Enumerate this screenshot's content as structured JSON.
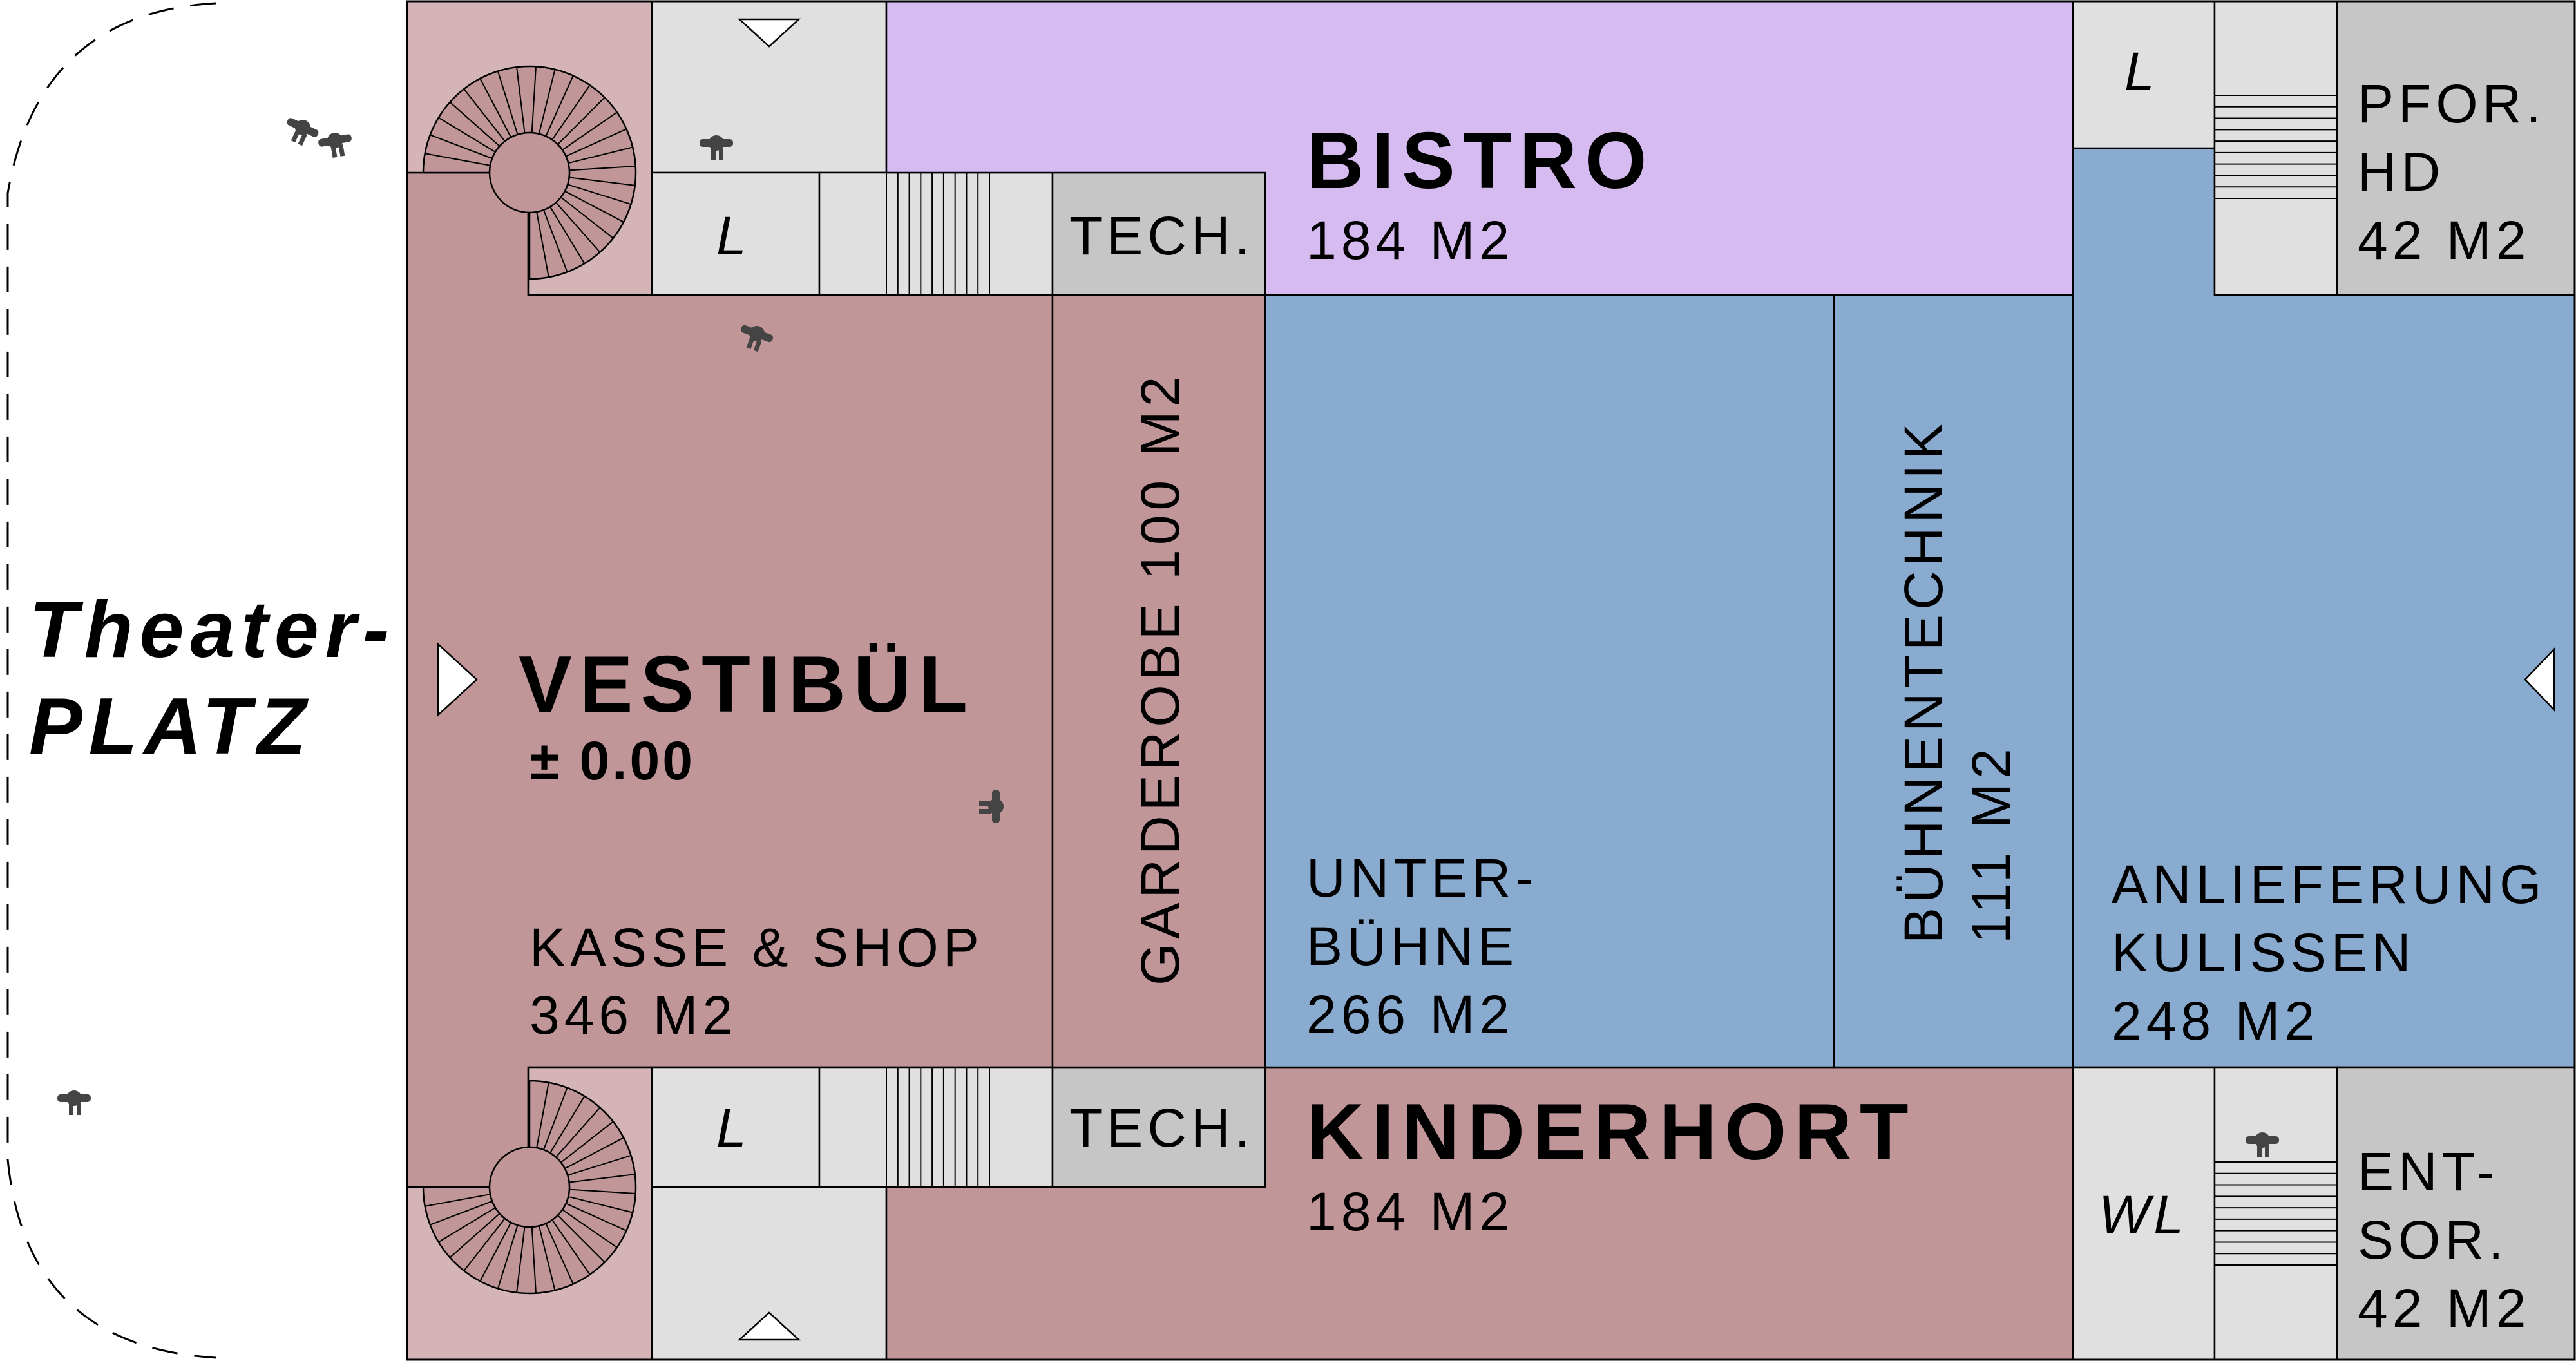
{
  "colors": {
    "vestibuel": "#c09698",
    "spiral_room": "#d4b4b6",
    "service": "#e0e0e0",
    "tech": "#c6c6c6",
    "bistro": "#d6bbf0",
    "stage": "#8aabd0",
    "kinderhort": "#c09698",
    "outline": "#000000"
  },
  "plaza": {
    "line1": "Theater-",
    "line2": "PLATZ"
  },
  "rooms": {
    "vestibuel": {
      "name": "VESTIBÜL",
      "level": "± 0.00",
      "sub": "KASSE & SHOP",
      "area": "346 M2"
    },
    "garderobe": {
      "label": "GARDEROBE 100 M2"
    },
    "bistro": {
      "name": "BISTRO",
      "area": "184 M2"
    },
    "tech_top": {
      "label": "TECH."
    },
    "tech_bottom": {
      "label": "TECH."
    },
    "unterbuehne": {
      "line1": "UNTER-",
      "line2": "BÜHNE",
      "area": "266 M2"
    },
    "buehnentechnik": {
      "line1": "BÜHNENTECHNIK",
      "line2": "111 M2"
    },
    "anlieferung": {
      "line1": "ANLIEFERUNG",
      "line2": "KULISSEN",
      "area": "248 M2"
    },
    "pforte": {
      "line1": "PFOR.",
      "line2": "HD",
      "area": "42 M2"
    },
    "entsorgung": {
      "line1": "ENT-",
      "line2": "SOR.",
      "area": "42 M2"
    },
    "kinderhort": {
      "name": "KINDERHORT",
      "area": "184 M2"
    },
    "lift_top_left": {
      "label": "L"
    },
    "lift_bottom_left": {
      "label": "L"
    },
    "lift_top_right": {
      "label": "L"
    },
    "lift_bottom_right": {
      "label": "WL"
    }
  },
  "icons": [
    "person-icon",
    "stair-spiral-icon",
    "staircase-icon",
    "entrance-arrow-icon"
  ]
}
